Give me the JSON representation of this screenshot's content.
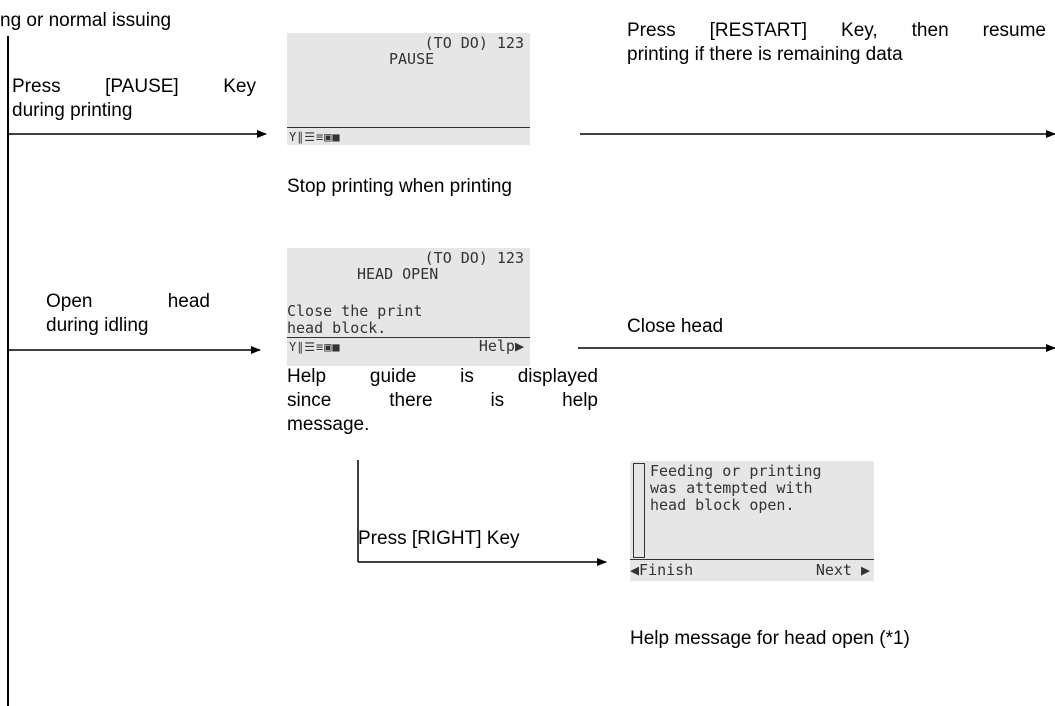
{
  "top_left_text": "ng or normal issuing",
  "branch_pause": {
    "line1": "Press [PAUSE] Key",
    "line2": "during printing"
  },
  "screen_pause": {
    "line1": "(TO DO) 123",
    "line2": "PAUSE",
    "icons": "Y∥☰≡▣■"
  },
  "caption_pause": "Stop printing when printing",
  "restart_note": {
    "line1": "Press [RESTART] Key, then resume",
    "line2": "printing if there is remaining data"
  },
  "branch_head": {
    "line1": "Open head",
    "line2": "during idling"
  },
  "screen_head_open": {
    "line1": "(TO DO) 123",
    "line2": "HEAD OPEN",
    "line3": "Close the print",
    "line4": "head block.",
    "icons": "Y∥☰≡▣■",
    "help": "Help▶"
  },
  "close_head_label": "Close head",
  "caption_help_guide": {
    "line1": "Help guide is displayed",
    "line2": "since there is help",
    "line3": "message."
  },
  "press_right_label": "Press [RIGHT] Key",
  "screen_help": {
    "line1": "Feeding or printing",
    "line2": "was attempted with",
    "line3": "head block open.",
    "finish": "◀Finish",
    "next": "Next ▶"
  },
  "caption_help_message": "Help message for head open (*1)"
}
